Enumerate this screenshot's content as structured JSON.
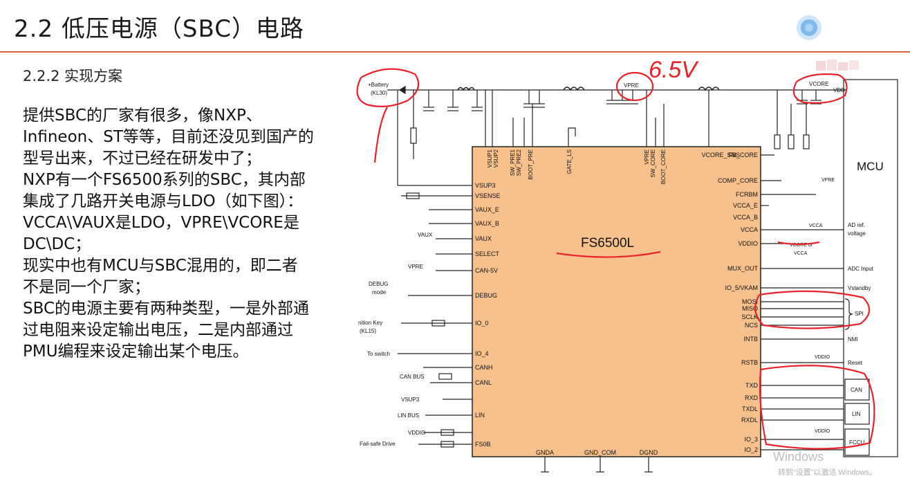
{
  "title": "2.2 低压电源（SBC）电路",
  "subtitle": "2.2.2 实现方案",
  "body_lines": [
    "提供SBC的厂家有很多，像NXP、",
    "Infineon、ST等等，目前还没见到国产的",
    "型号出来，不过已经在研发中了；",
    "NXP有一个FS6500系列的SBC，其内部",
    "集成了几路开关电源与LDO（如下图）：",
    "VCCA\\VAUX是LDO，VPRE\\VCORE是",
    "DC\\DC；",
    "现实中也有MCU与SBC混用的，即二者",
    "不是同一个厂家；",
    "SBC的电源主要有两种类型，一是外部通",
    "过电阻来设定输出电压，二是内部通过",
    "PMU编程来设定输出某个电压。"
  ],
  "diagram": {
    "chip_name": "FS6500L",
    "mcu_label": "MCU",
    "handwritten_note": "6.5V",
    "battery": {
      "line1": "+Battery",
      "line2": "(KL30)"
    },
    "top_pins": [
      "VSUP1",
      "VSUP2",
      "SW_PRE1",
      "SW_PRE2",
      "BOOT_PRE",
      "GATE_LS",
      "VPRE",
      "SW_CORE",
      "BOOT_CORE"
    ],
    "top_rails": {
      "vpre": "VPRE",
      "vcore": "VCORE",
      "vdd": "VDD"
    },
    "left_pins": [
      "VSUP3",
      "VSENSE",
      "VAUX_E",
      "VAUX_B",
      "VAUX",
      "SELECT",
      "CAN-5V",
      "DEBUG",
      "IO_0",
      "IO_4",
      "CANH",
      "CANL",
      "LIN",
      "FS0B"
    ],
    "right_pins": [
      "VCORE_SNS",
      "FB_CORE",
      "COMP_CORE",
      "FCRBM",
      "VCCA_E",
      "VCCA_B",
      "VCCA",
      "VDDIO",
      "MUX_OUT",
      "IO_5/VKAM",
      "MOSI",
      "MISO",
      "SCLK",
      "NCS",
      "INTB",
      "RSTB",
      "TXD",
      "RXD",
      "TXDL",
      "RXDL",
      "IO_3",
      "IO_2"
    ],
    "bottom_pins": [
      "GNDA",
      "GND_COM",
      "DGND"
    ],
    "left_labels": {
      "vaux": "VAUX",
      "vpre": "VPRE",
      "debug1": "DEBUG",
      "debug2": "mode",
      "ignition1": "nition Key",
      "ignition2": "(KL15)",
      "to_switch": "To switch",
      "can_bus": "CAN BUS",
      "vsup3": "VSUP3",
      "lin_bus": "LIN BUS",
      "vddio": "VDDIO",
      "failsafe": "Fail-safe Drive"
    },
    "right_labels": {
      "vpre": "VPRE",
      "vcca": "VCCA",
      "vcore_or": "VCORE or",
      "vcca2": "VCCA",
      "vddio1": "VDDIO",
      "vddio2": "VDDIO"
    },
    "mcu_pins": {
      "ad_ref1": "AD ref.",
      "ad_ref2": "voltage",
      "adc_input": "ADC Input",
      "vstandby": "Vstandby",
      "spi": "SPI",
      "nmi": "NMI",
      "reset": "Reset",
      "can": "CAN",
      "lin": "LIN",
      "fccu": "FCCU"
    }
  },
  "watermark": {
    "line1": "Windows",
    "line2": "转到“设置”以激活 Windows。"
  },
  "colors": {
    "chip_fill": "#f7c18e",
    "accent_rule": "#d9603a",
    "annotation_red": "#e8222a",
    "line": "#222222"
  }
}
